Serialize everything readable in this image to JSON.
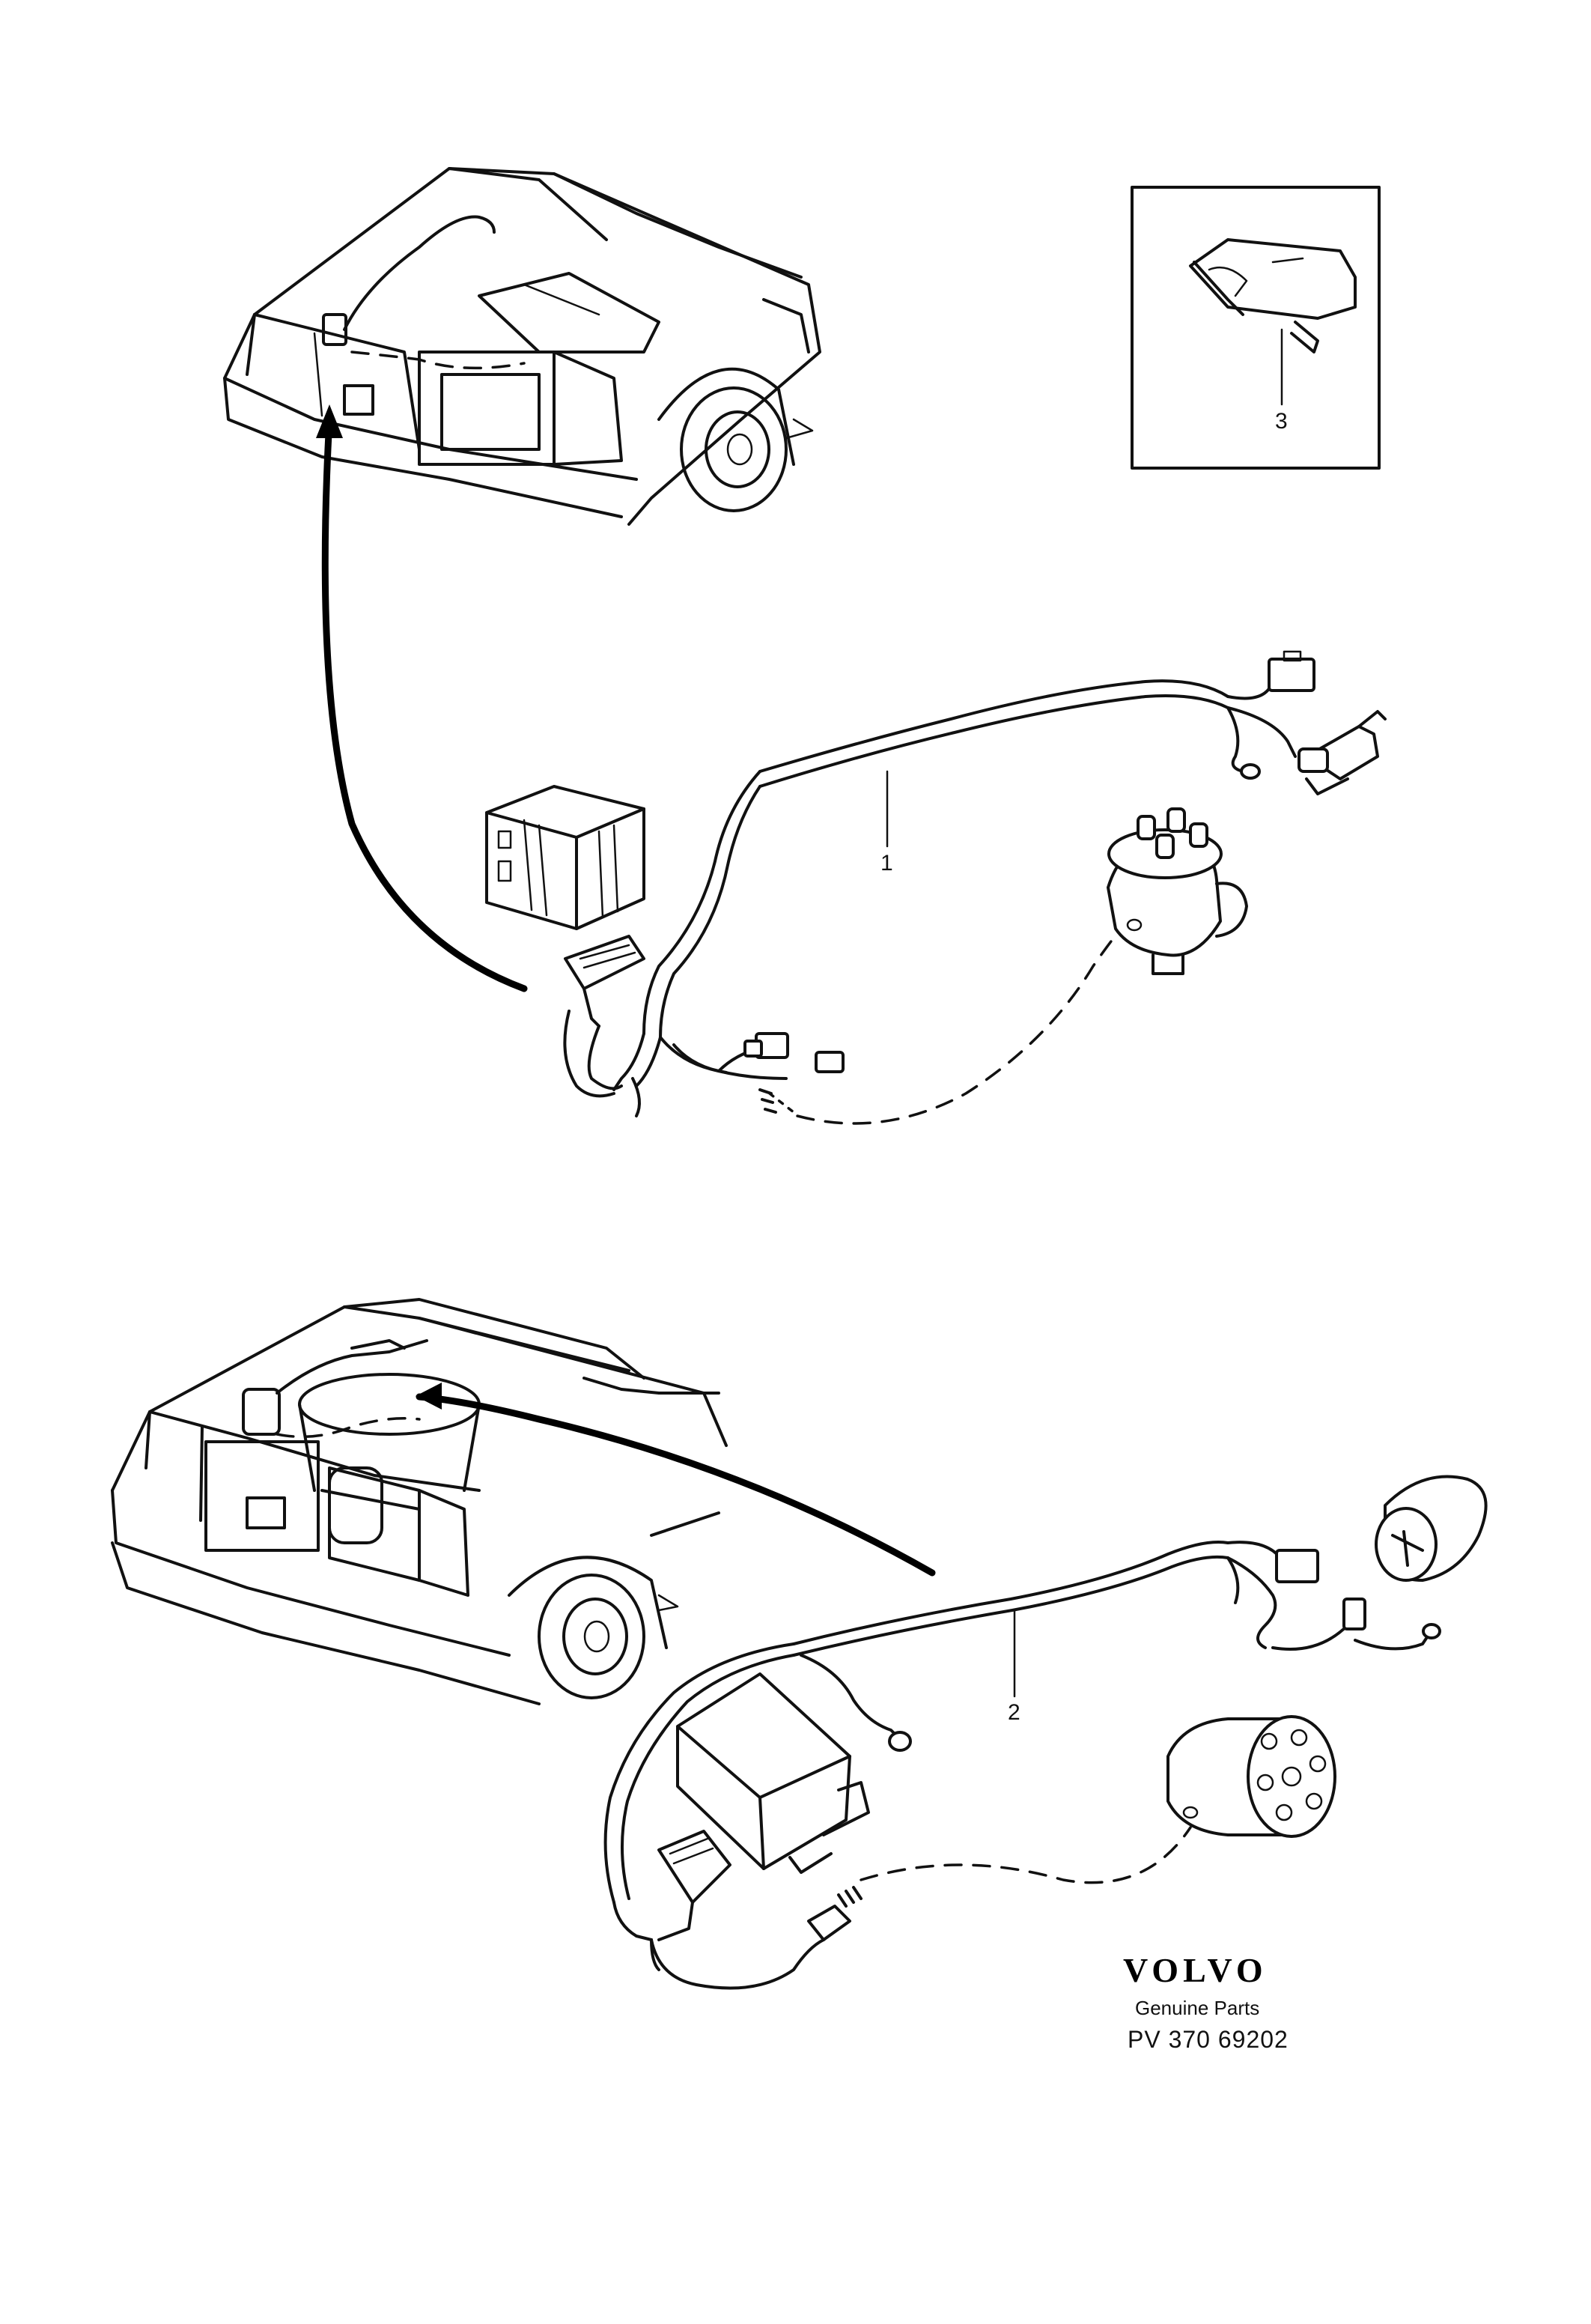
{
  "callouts": {
    "part_1": "1",
    "part_2": "2",
    "part_3": "3"
  },
  "brand": {
    "logo": "VOLVO",
    "subtitle": "Genuine Parts",
    "code": "PV 370 69202"
  },
  "icons": {
    "car_top": "car-front-engine-bay-icon",
    "car_bottom": "car-front-engine-bay-icon",
    "connector_detail": "connector-plug-icon",
    "control_unit_1": "control-unit-icon",
    "distributor_1": "distributor-icon",
    "control_unit_2": "control-unit-icon",
    "distributor_2": "distributor-icon",
    "ignition_coil": "ignition-coil-icon"
  }
}
